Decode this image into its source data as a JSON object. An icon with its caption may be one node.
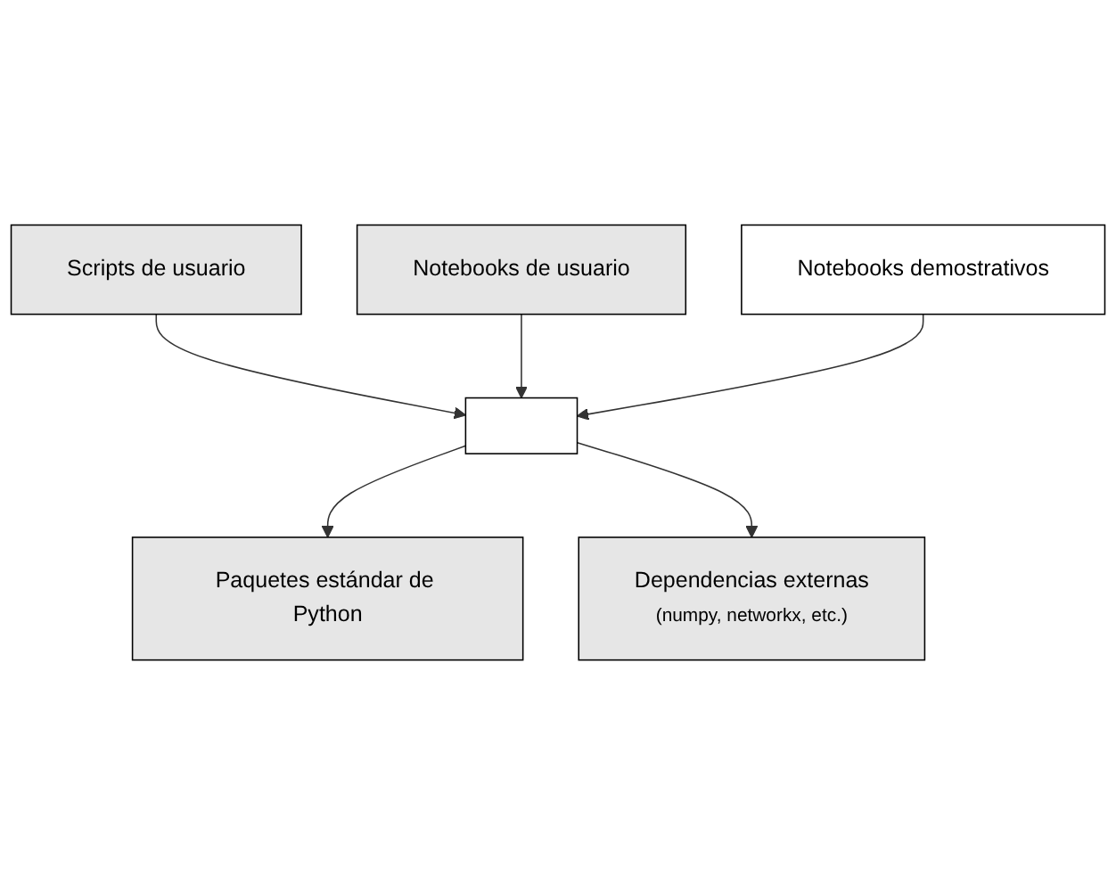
{
  "diagram": {
    "nodes": [
      {
        "text": [
          "Scripts de usuario"
        ]
      },
      {
        "text": [
          "Notebooks de usuario"
        ]
      },
      {
        "text": [
          "Notebooks demostrativos"
        ]
      },
      {
        "text": [],
        "shape": "box"
      },
      {
        "text": [
          "Paquetes estándar de Python"
        ]
      },
      {
        "text": [
          "Dependencias externas",
          "(numpy, networkx, etc.)"
        ]
      }
    ],
    "edges": [
      {
        "from": 0,
        "to": 3,
        "arrow": "to"
      },
      {
        "from": 1,
        "to": 3,
        "arrow": "to"
      },
      {
        "from": 2,
        "to": 3,
        "arrow": "to"
      },
      {
        "from": 3,
        "to": 4,
        "arrow": "to"
      },
      {
        "from": 3,
        "to": 5,
        "arrow": "to"
      }
    ]
  }
}
